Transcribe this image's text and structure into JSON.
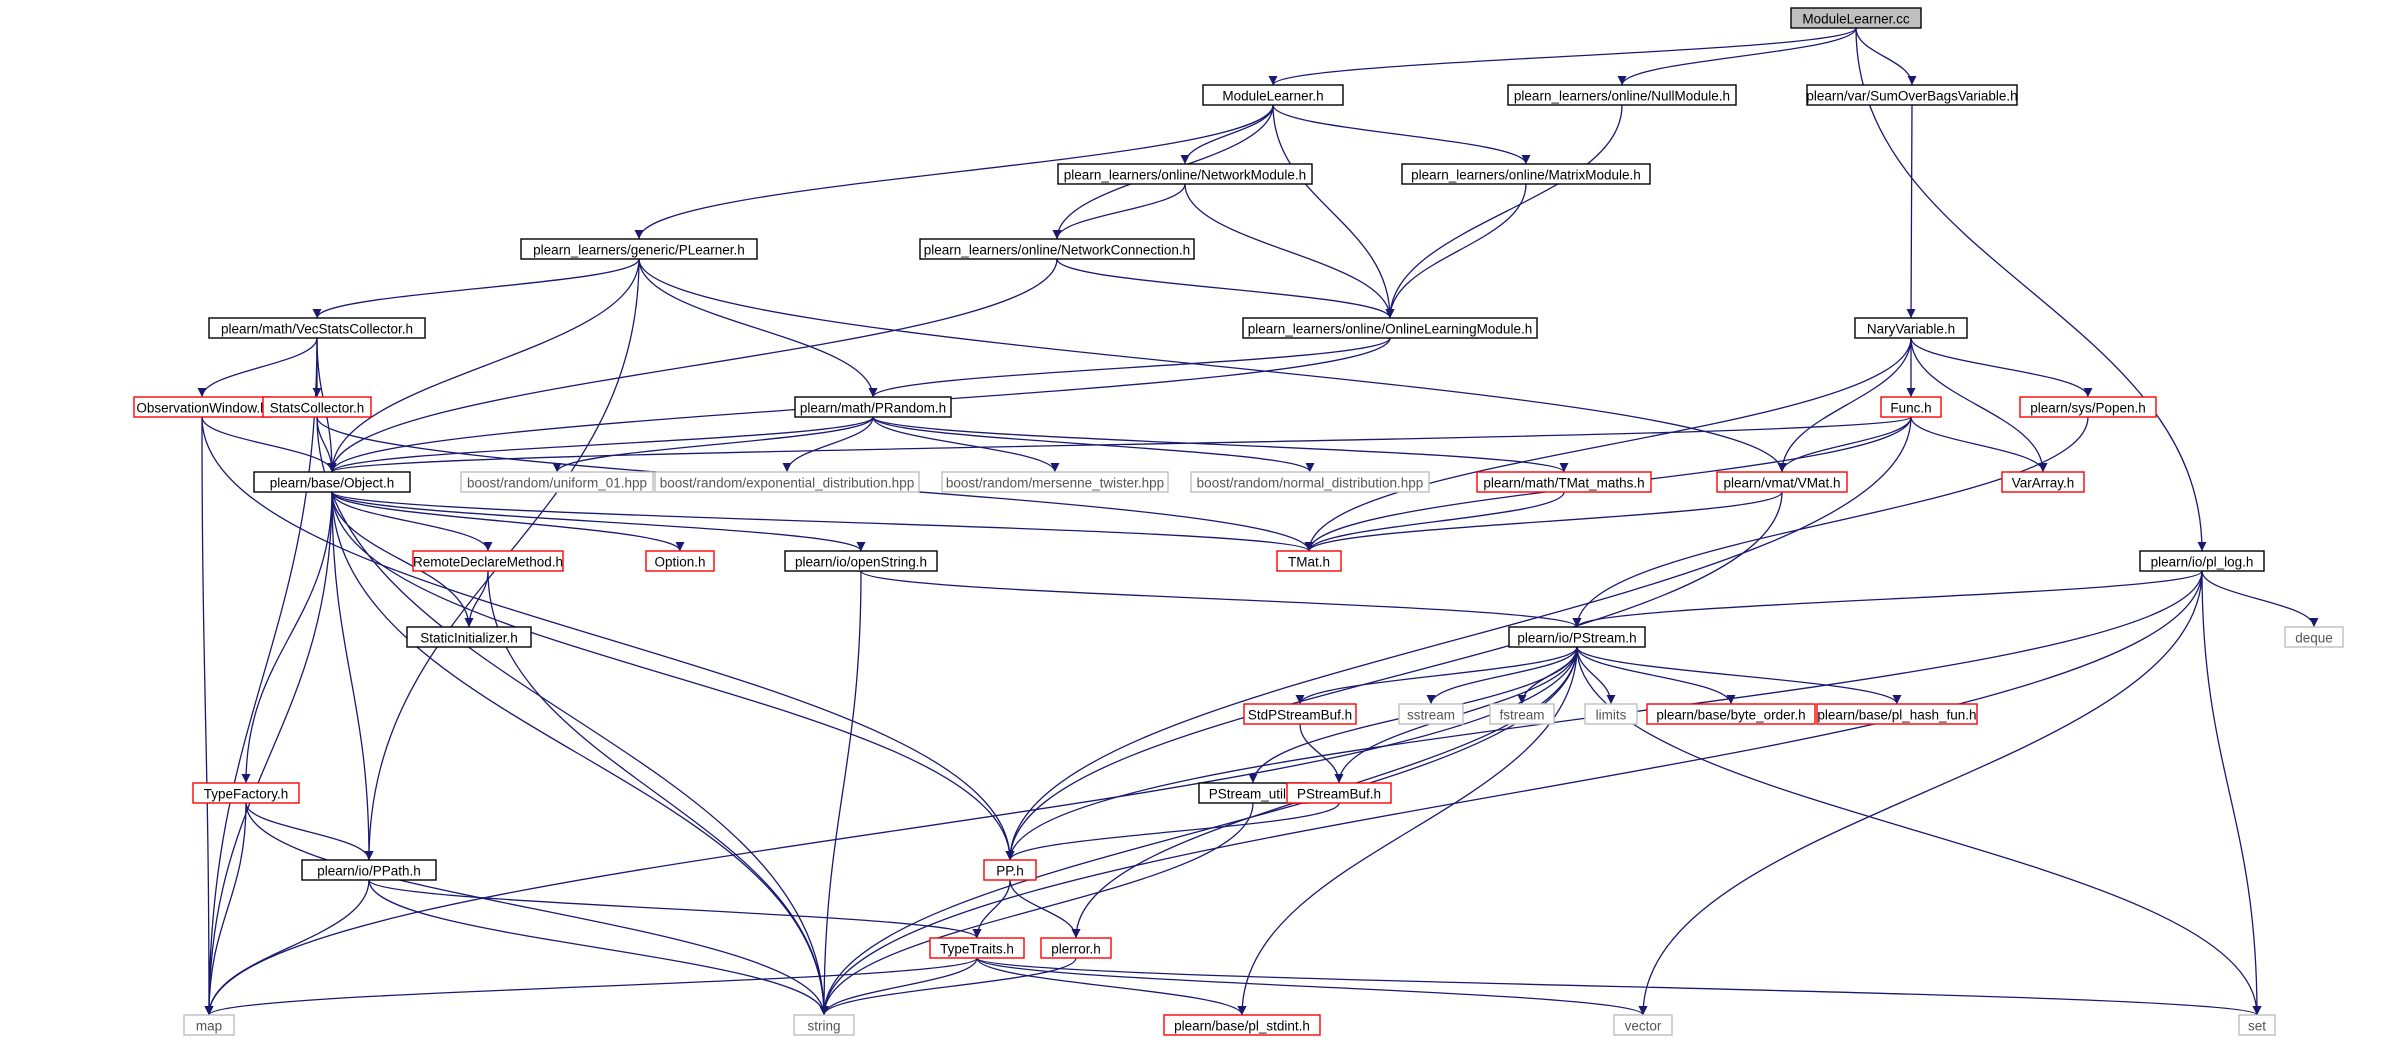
{
  "diagram": {
    "kind": "include dependency graph",
    "root": "ModuleLearner.cc",
    "colors": {
      "edge": "#191970",
      "root_fill": "#bfbfbf",
      "normal_border": "#000000",
      "truncated_border": "#ff0000",
      "external_border": "#bfbfbf",
      "external_text": "#555555"
    },
    "nodes": [
      {
        "id": "moduleLearnerCc",
        "label": "ModuleLearner.cc",
        "style": "root"
      },
      {
        "id": "moduleLearnerH",
        "label": "ModuleLearner.h",
        "style": "normal"
      },
      {
        "id": "nullModule",
        "label": "plearn_learners/online/NullModule.h",
        "style": "normal"
      },
      {
        "id": "sumOverBags",
        "label": "plearn/var/SumOverBagsVariable.h",
        "style": "normal"
      },
      {
        "id": "networkModule",
        "label": "plearn_learners/online/NetworkModule.h",
        "style": "normal"
      },
      {
        "id": "matrixModule",
        "label": "plearn_learners/online/MatrixModule.h",
        "style": "normal"
      },
      {
        "id": "pLearner",
        "label": "plearn_learners/generic/PLearner.h",
        "style": "normal"
      },
      {
        "id": "networkConnection",
        "label": "plearn_learners/online/NetworkConnection.h",
        "style": "normal"
      },
      {
        "id": "vecStats",
        "label": "plearn/math/VecStatsCollector.h",
        "style": "normal"
      },
      {
        "id": "onlineLearning",
        "label": "plearn_learners/online/OnlineLearningModule.h",
        "style": "normal"
      },
      {
        "id": "naryVariable",
        "label": "NaryVariable.h",
        "style": "normal"
      },
      {
        "id": "observationWindow",
        "label": "ObservationWindow.h",
        "style": "truncated"
      },
      {
        "id": "statsCollector",
        "label": "StatsCollector.h",
        "style": "truncated"
      },
      {
        "id": "pRandom",
        "label": "plearn/math/PRandom.h",
        "style": "normal"
      },
      {
        "id": "func",
        "label": "Func.h",
        "style": "truncated"
      },
      {
        "id": "popen",
        "label": "plearn/sys/Popen.h",
        "style": "truncated"
      },
      {
        "id": "object",
        "label": "plearn/base/Object.h",
        "style": "normal"
      },
      {
        "id": "uniform01",
        "label": "boost/random/uniform_01.hpp",
        "style": "external"
      },
      {
        "id": "expDist",
        "label": "boost/random/exponential_distribution.hpp",
        "style": "external"
      },
      {
        "id": "mersenne",
        "label": "boost/random/mersenne_twister.hpp",
        "style": "external"
      },
      {
        "id": "normalDist",
        "label": "boost/random/normal_distribution.hpp",
        "style": "external"
      },
      {
        "id": "tmatMaths",
        "label": "plearn/math/TMat_maths.h",
        "style": "truncated"
      },
      {
        "id": "vmat",
        "label": "plearn/vmat/VMat.h",
        "style": "truncated"
      },
      {
        "id": "varArray",
        "label": "VarArray.h",
        "style": "truncated"
      },
      {
        "id": "remoteDeclare",
        "label": "RemoteDeclareMethod.h",
        "style": "truncated"
      },
      {
        "id": "option",
        "label": "Option.h",
        "style": "truncated"
      },
      {
        "id": "openString",
        "label": "plearn/io/openString.h",
        "style": "normal"
      },
      {
        "id": "tmat",
        "label": "TMat.h",
        "style": "truncated"
      },
      {
        "id": "plLog",
        "label": "plearn/io/pl_log.h",
        "style": "normal"
      },
      {
        "id": "staticInit",
        "label": "StaticInitializer.h",
        "style": "normal"
      },
      {
        "id": "pstream",
        "label": "plearn/io/PStream.h",
        "style": "normal"
      },
      {
        "id": "deque",
        "label": "deque",
        "style": "external"
      },
      {
        "id": "stdPStreamBuf",
        "label": "StdPStreamBuf.h",
        "style": "truncated"
      },
      {
        "id": "sstream",
        "label": "sstream",
        "style": "external"
      },
      {
        "id": "fstream",
        "label": "fstream",
        "style": "external"
      },
      {
        "id": "limits",
        "label": "limits",
        "style": "external"
      },
      {
        "id": "byteOrder",
        "label": "plearn/base/byte_order.h",
        "style": "truncated"
      },
      {
        "id": "plHashFun",
        "label": "plearn/base/pl_hash_fun.h",
        "style": "truncated"
      },
      {
        "id": "typeFactory",
        "label": "TypeFactory.h",
        "style": "truncated"
      },
      {
        "id": "pstreamUtil",
        "label": "PStream_util.h",
        "style": "normal"
      },
      {
        "id": "pstreamBuf",
        "label": "PStreamBuf.h",
        "style": "truncated"
      },
      {
        "id": "ppath",
        "label": "plearn/io/PPath.h",
        "style": "normal"
      },
      {
        "id": "pp",
        "label": "PP.h",
        "style": "truncated"
      },
      {
        "id": "typeTraits",
        "label": "TypeTraits.h",
        "style": "truncated"
      },
      {
        "id": "plerror",
        "label": "plerror.h",
        "style": "truncated"
      },
      {
        "id": "map",
        "label": "map",
        "style": "external"
      },
      {
        "id": "string",
        "label": "string",
        "style": "external"
      },
      {
        "id": "plStdint",
        "label": "plearn/base/pl_stdint.h",
        "style": "truncated"
      },
      {
        "id": "vector",
        "label": "vector",
        "style": "external"
      },
      {
        "id": "set",
        "label": "set",
        "style": "external"
      }
    ],
    "edges": [
      [
        "moduleLearnerCc",
        "moduleLearnerH"
      ],
      [
        "moduleLearnerCc",
        "nullModule"
      ],
      [
        "moduleLearnerCc",
        "sumOverBags"
      ],
      [
        "moduleLearnerCc",
        "plLog"
      ],
      [
        "moduleLearnerH",
        "networkModule"
      ],
      [
        "moduleLearnerH",
        "matrixModule"
      ],
      [
        "moduleLearnerH",
        "pLearner"
      ],
      [
        "moduleLearnerH",
        "networkConnection"
      ],
      [
        "moduleLearnerH",
        "onlineLearning"
      ],
      [
        "nullModule",
        "onlineLearning"
      ],
      [
        "sumOverBags",
        "naryVariable"
      ],
      [
        "networkModule",
        "networkConnection"
      ],
      [
        "networkModule",
        "onlineLearning"
      ],
      [
        "matrixModule",
        "onlineLearning"
      ],
      [
        "pLearner",
        "vecStats"
      ],
      [
        "pLearner",
        "object"
      ],
      [
        "pLearner",
        "pRandom"
      ],
      [
        "pLearner",
        "vmat"
      ],
      [
        "pLearner",
        "ppath"
      ],
      [
        "networkConnection",
        "onlineLearning"
      ],
      [
        "networkConnection",
        "object"
      ],
      [
        "onlineLearning",
        "object"
      ],
      [
        "onlineLearning",
        "pRandom"
      ],
      [
        "vecStats",
        "observationWindow"
      ],
      [
        "vecStats",
        "statsCollector"
      ],
      [
        "vecStats",
        "object"
      ],
      [
        "vecStats",
        "map"
      ],
      [
        "naryVariable",
        "func"
      ],
      [
        "naryVariable",
        "popen"
      ],
      [
        "naryVariable",
        "vmat"
      ],
      [
        "naryVariable",
        "varArray"
      ],
      [
        "naryVariable",
        "tmat"
      ],
      [
        "observationWindow",
        "object"
      ],
      [
        "observationWindow",
        "map"
      ],
      [
        "observationWindow",
        "pp"
      ],
      [
        "statsCollector",
        "object"
      ],
      [
        "statsCollector",
        "string"
      ],
      [
        "statsCollector",
        "tmat"
      ],
      [
        "pRandom",
        "object"
      ],
      [
        "pRandom",
        "uniform01"
      ],
      [
        "pRandom",
        "expDist"
      ],
      [
        "pRandom",
        "mersenne"
      ],
      [
        "pRandom",
        "normalDist"
      ],
      [
        "pRandom",
        "tmatMaths"
      ],
      [
        "func",
        "object"
      ],
      [
        "func",
        "vmat"
      ],
      [
        "func",
        "varArray"
      ],
      [
        "func",
        "tmat"
      ],
      [
        "func",
        "pp"
      ],
      [
        "popen",
        "pstream"
      ],
      [
        "object",
        "remoteDeclare"
      ],
      [
        "object",
        "option"
      ],
      [
        "object",
        "openString"
      ],
      [
        "object",
        "tmat"
      ],
      [
        "object",
        "staticInit"
      ],
      [
        "object",
        "typeFactory"
      ],
      [
        "object",
        "ppath"
      ],
      [
        "object",
        "pp"
      ],
      [
        "object",
        "map"
      ],
      [
        "object",
        "string"
      ],
      [
        "tmatMaths",
        "tmat"
      ],
      [
        "vmat",
        "tmat"
      ],
      [
        "vmat",
        "pp"
      ],
      [
        "remoteDeclare",
        "staticInit"
      ],
      [
        "remoteDeclare",
        "string"
      ],
      [
        "openString",
        "pstream"
      ],
      [
        "openString",
        "string"
      ],
      [
        "plLog",
        "pstream"
      ],
      [
        "plLog",
        "deque"
      ],
      [
        "plLog",
        "pp"
      ],
      [
        "plLog",
        "vector"
      ],
      [
        "plLog",
        "set"
      ],
      [
        "plLog",
        "string"
      ],
      [
        "pstream",
        "stdPStreamBuf"
      ],
      [
        "pstream",
        "sstream"
      ],
      [
        "pstream",
        "fstream"
      ],
      [
        "pstream",
        "limits"
      ],
      [
        "pstream",
        "byteOrder"
      ],
      [
        "pstream",
        "plHashFun"
      ],
      [
        "pstream",
        "pstreamUtil"
      ],
      [
        "pstream",
        "pstreamBuf"
      ],
      [
        "pstream",
        "plerror"
      ],
      [
        "pstream",
        "map"
      ],
      [
        "pstream",
        "string"
      ],
      [
        "pstream",
        "set"
      ],
      [
        "pstream",
        "plStdint"
      ],
      [
        "stdPStreamBuf",
        "pstreamBuf"
      ],
      [
        "pstreamBuf",
        "pp"
      ],
      [
        "typeFactory",
        "ppath"
      ],
      [
        "typeFactory",
        "map"
      ],
      [
        "typeFactory",
        "string"
      ],
      [
        "pstreamUtil",
        "string"
      ],
      [
        "ppath",
        "typeTraits"
      ],
      [
        "ppath",
        "map"
      ],
      [
        "ppath",
        "string"
      ],
      [
        "pp",
        "typeTraits"
      ],
      [
        "pp",
        "plerror"
      ],
      [
        "typeTraits",
        "map"
      ],
      [
        "typeTraits",
        "string"
      ],
      [
        "typeTraits",
        "plStdint"
      ],
      [
        "typeTraits",
        "vector"
      ],
      [
        "typeTraits",
        "set"
      ],
      [
        "plerror",
        "string"
      ]
    ]
  }
}
